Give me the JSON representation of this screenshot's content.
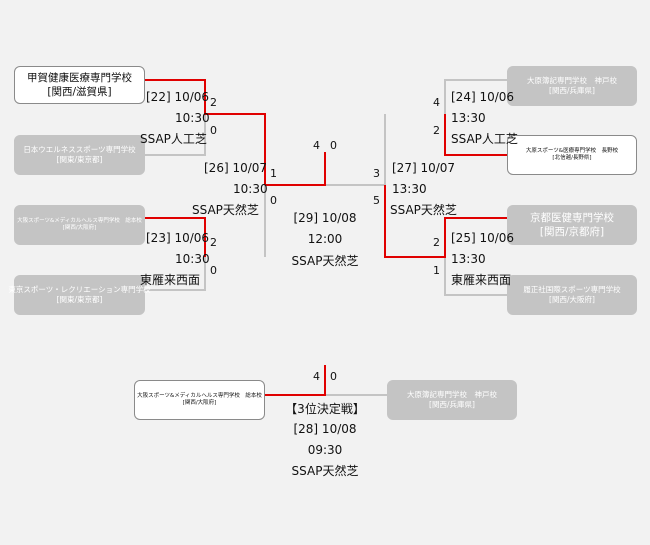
{
  "teams": {
    "a1": {
      "name": "甲賀健康医療専門学校",
      "pref": "[関西/滋賀県]"
    },
    "a2": {
      "name": "日本ウエルネススポーツ専門学校",
      "pref": "[関東/東京都]"
    },
    "a3": {
      "name": "大阪スポーツ&メディカルヘルス専門学校　総本校",
      "pref": "[関西/大阪府]"
    },
    "a4": {
      "name": "東京スポーツ・レクリエーション専門学校",
      "pref": "[関東/東京都]"
    },
    "b1": {
      "name": "大原簿記専門学校　神戸校",
      "pref": "[関西/兵庫県]"
    },
    "b2": {
      "name": "大原スポーツ&医療専門学校　長野校",
      "pref": "[北信越/長野県]"
    },
    "b3": {
      "name": "京都医健専門学校",
      "pref": "[関西/京都府]"
    },
    "b4": {
      "name": "履正社国際スポーツ専門学校",
      "pref": "[関西/大阪府]"
    },
    "c1": {
      "name": "大阪スポーツ&メディカルヘルス専門学校　総本校",
      "pref": "[関西/大阪府]"
    },
    "c2": {
      "name": "大原簿記専門学校　神戸校",
      "pref": "[関西/兵庫県]"
    }
  },
  "matches": {
    "m22": {
      "date": "[22] 10/06",
      "time": "10:30",
      "venue": "SSAP人工芝",
      "score_top": "2",
      "score_bottom": "0"
    },
    "m23": {
      "date": "[23] 10/06",
      "time": "10:30",
      "venue": "東雁来西面",
      "score_top": "2",
      "score_bottom": "0"
    },
    "m24": {
      "date": "[24] 10/06",
      "time": "13:30",
      "venue": "SSAP人工芝",
      "score_top": "4",
      "score_bottom": "2"
    },
    "m25": {
      "date": "[25] 10/06",
      "time": "13:30",
      "venue": "東雁来西面",
      "score_top": "2",
      "score_bottom": "1"
    },
    "m26": {
      "date": "[26] 10/07",
      "time": "10:30",
      "venue": "SSAP天然芝",
      "score_top": "1",
      "score_bottom": "0"
    },
    "m27": {
      "date": "[27] 10/07",
      "time": "13:30",
      "venue": "SSAP天然芝",
      "score_top": "3",
      "score_bottom": "5"
    },
    "m29": {
      "date": "[29] 10/08",
      "time": "12:00",
      "venue": "SSAP天然芝",
      "score_left": "4",
      "score_right": "0"
    },
    "m28": {
      "label": "【3位決定戦】",
      "date": "[28] 10/08",
      "time": "09:30",
      "venue": "SSAP天然芝",
      "score_left": "4",
      "score_right": "0"
    }
  },
  "colors": {
    "winner_line": "#e00000",
    "loser_line": "#c4c4c4",
    "winner_box": "#ffffff",
    "loser_box": "#c4c4c4"
  }
}
